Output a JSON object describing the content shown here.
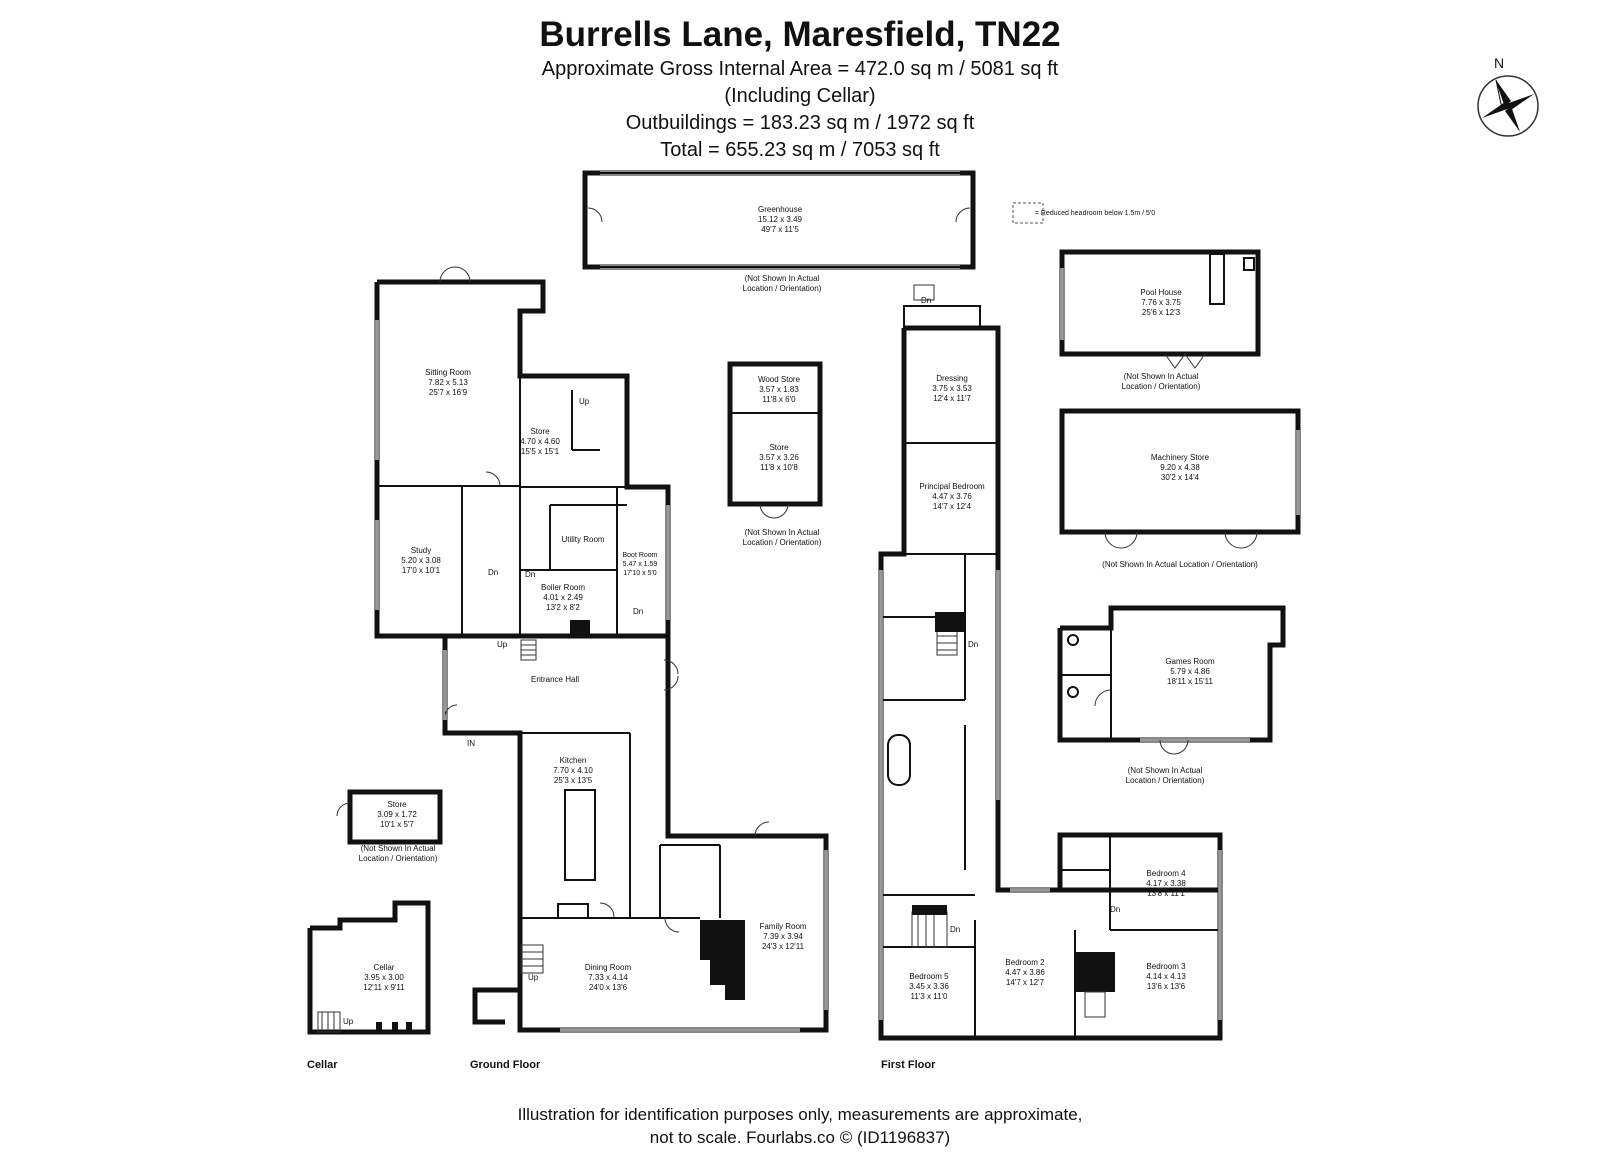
{
  "header": {
    "title": "Burrells Lane, Maresfield, TN22",
    "line1": "Approximate Gross Internal Area = 472.0 sq m / 5081 sq ft",
    "line2": "(Including Cellar)",
    "line3": "Outbuildings = 183.23 sq m / 1972 sq ft",
    "line4": "Total = 655.23 sq m / 7053 sq ft"
  },
  "compass": {
    "label": "N"
  },
  "legend": {
    "reduced_headroom": "= Reduced headroom below 1.5m / 5'0"
  },
  "note_not_shown": {
    "line1": "(Not Shown In Actual",
    "line2": "Location / Orientation)"
  },
  "greenhouse_note": "Location / Orientation)",
  "machinery_note": "(Not Shown In Actual Location / Orientation)",
  "floors": {
    "cellar": "Cellar",
    "ground": "Ground Floor",
    "first": "First Floor"
  },
  "markers": {
    "up": "Up",
    "dn": "Dn",
    "in": "IN"
  },
  "rooms": {
    "greenhouse": {
      "name": "Greenhouse",
      "metric": "15.12 x 3.49",
      "imperial": "49'7 x 11'5"
    },
    "sitting_room": {
      "name": "Sitting Room",
      "metric": "7.82 x 5.13",
      "imperial": "25'7 x 16'9"
    },
    "store_ground": {
      "name": "Store",
      "metric": "4.70 x 4.60",
      "imperial": "15'5 x 15'1"
    },
    "utility_room": {
      "name": "Utility Room"
    },
    "study": {
      "name": "Study",
      "metric": "5.20 x 3.08",
      "imperial": "17'0 x 10'1"
    },
    "boiler_room": {
      "name": "Boiler Room",
      "metric": "4.01 x 2.49",
      "imperial": "13'2 x 8'2"
    },
    "boot_room": {
      "name": "Boot Room",
      "metric": "5.47 x 1.59",
      "imperial": "17'10 x 5'0"
    },
    "entrance_hall": {
      "name": "Entrance Hall"
    },
    "kitchen": {
      "name": "Kitchen",
      "metric": "7.70 x 4.10",
      "imperial": "25'3 x 13'5"
    },
    "dining_room": {
      "name": "Dining Room",
      "metric": "7.33 x 4.14",
      "imperial": "24'0 x 13'6"
    },
    "family_room": {
      "name": "Family Room",
      "metric": "7.39 x 3.94",
      "imperial": "24'3 x 12'11"
    },
    "wood_store": {
      "name": "Wood Store",
      "metric": "3.57 x 1.83",
      "imperial": "11'8 x 6'0"
    },
    "store_out": {
      "name": "Store",
      "metric": "3.57 x 3.26",
      "imperial": "11'8 x 10'8"
    },
    "store_small": {
      "name": "Store",
      "metric": "3.09 x 1.72",
      "imperial": "10'1 x 5'7"
    },
    "cellar": {
      "name": "Cellar",
      "metric": "3.95 x 3.00",
      "imperial": "12'11 x 9'11"
    },
    "dressing": {
      "name": "Dressing",
      "metric": "3.75 x 3.53",
      "imperial": "12'4 x 11'7"
    },
    "principal_bedroom": {
      "name": "Principal Bedroom",
      "metric": "4.47 x 3.76",
      "imperial": "14'7 x 12'4"
    },
    "bedroom5": {
      "name": "Bedroom 5",
      "metric": "3.45 x 3.36",
      "imperial": "11'3 x 11'0"
    },
    "bedroom2": {
      "name": "Bedroom 2",
      "metric": "4.47 x 3.86",
      "imperial": "14'7 x 12'7"
    },
    "bedroom3": {
      "name": "Bedroom 3",
      "metric": "4.14 x 4.13",
      "imperial": "13'6 x 13'6"
    },
    "bedroom4": {
      "name": "Bedroom 4",
      "metric": "4.17 x 3.38",
      "imperial": "13'8 x 11'1"
    },
    "pool_house": {
      "name": "Pool House",
      "metric": "7.76 x 3.75",
      "imperial": "25'6 x 12'3"
    },
    "machinery_store": {
      "name": "Machinery Store",
      "metric": "9.20 x 4.38",
      "imperial": "30'2 x 14'4"
    },
    "games_room": {
      "name": "Games Room",
      "metric": "5.79 x 4.86",
      "imperial": "18'11 x 15'11"
    }
  },
  "footer": {
    "line1": "Illustration for identification purposes only, measurements are approximate,",
    "line2": "not to scale. Fourlabs.co © (ID1196837)"
  }
}
